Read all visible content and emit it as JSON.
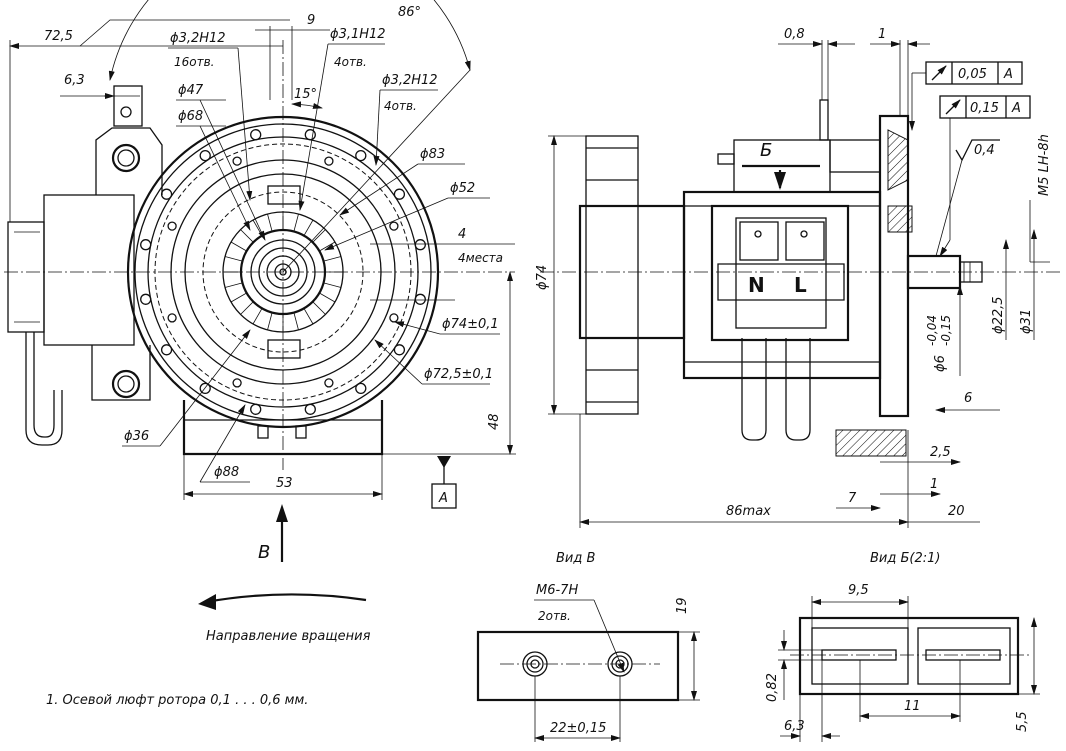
{
  "front_view": {
    "dim_72_5": "72,5",
    "dim_9": "9",
    "angle_86": "86°",
    "hole_3_2h12_a": "ϕ3,2H12",
    "holes_16": "16отв.",
    "hole_3_1h12": "ϕ3,1H12",
    "holes_4_a": "4отв.",
    "dim_6_3": "6,3",
    "dia_47": "ϕ47",
    "angle_15": "15°",
    "hole_3_2h12_b": "ϕ3,2H12",
    "holes_4_b": "4отв.",
    "dia_68": "ϕ68",
    "dia_83": "ϕ83",
    "dia_52": "ϕ52",
    "dim_4": "4",
    "places_4": "4места",
    "dia_74": "ϕ74±0,1",
    "dia_72_5": "ϕ72,5±0,1",
    "dia_36": "ϕ36",
    "dim_48": "48",
    "dia_88": "ϕ88",
    "dim_53": "53",
    "datum_a": "A",
    "view_v": "B"
  },
  "side_view": {
    "dim_0_8": "0,8",
    "dim_1_top": "1",
    "tol_runout_1": "0,05",
    "tol_datum_1": "A",
    "tol_runout_2": "0,15",
    "tol_datum_2": "A",
    "section_b": "Б",
    "roughness": "0,4",
    "thread": "M5 LH-8h",
    "dia_74": "ϕ74",
    "dia_22_5": "ϕ22,5",
    "dia_31": "ϕ31",
    "dia_6": "ϕ6",
    "dia_6_upper": "-0,04",
    "dia_6_lower": "-0,15",
    "dim_6": "6",
    "dim_2_5": "2,5",
    "dim_7": "7",
    "dim_1_bottom": "1",
    "dim_86max": "86max",
    "dim_20": "20",
    "terminal_n": "N",
    "terminal_l": "L"
  },
  "view_b_label": "Вид В",
  "view_bb_label": "Вид Б(2:1)",
  "view_b": {
    "thread_label": "M6-7H",
    "holes_label": "2отв.",
    "dim_19": "19",
    "dim_22": "22±0,15"
  },
  "view_bb": {
    "dim_9_5": "9,5",
    "dim_0_82": "0,82",
    "dim_6_3": "6,3",
    "dim_11": "11",
    "dim_5_5": "5,5"
  },
  "rotation_label": "Направление вращения",
  "note": "1. Осевой люфт ротора 0,1 . . . 0,6 мм."
}
